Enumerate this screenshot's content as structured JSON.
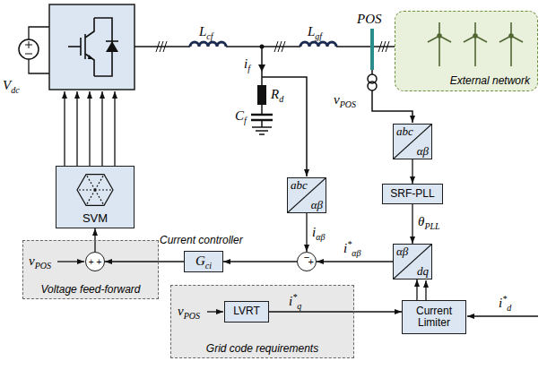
{
  "diagram": {
    "nodes": [
      {
        "text": [
          "External network"
        ]
      },
      {
        "text": [
          "abc",
          "αβ"
        ]
      },
      {
        "text": [
          "SVM"
        ]
      },
      {
        "text": [
          "abc",
          "αβ"
        ]
      },
      {
        "text": [
          "SRF-PLL"
        ]
      },
      {
        "text": [
          "Voltage feed-forward"
        ]
      },
      {
        "text": [
          "+ +"
        ],
        "in": 5
      },
      {
        "text": [
          "Gci"
        ]
      },
      {
        "text": [
          "−",
          "+"
        ]
      },
      {
        "text": [
          "αβ",
          "dq"
        ]
      },
      {
        "text": [
          "Grid code requirements"
        ]
      },
      {
        "text": [
          "LVRT"
        ],
        "in": 10
      },
      {
        "text": [
          "Current Limiter"
        ]
      }
    ],
    "edges": [
      {
        "from": 1,
        "to": 4,
        "arrow": "to"
      },
      {
        "from": 4,
        "to": 9,
        "arrow": "to"
      },
      {
        "from": 3,
        "to": 8,
        "arrow": "to"
      },
      {
        "from": 9,
        "to": 8,
        "arrow": "to"
      },
      {
        "from": 8,
        "to": 7,
        "arrow": "to"
      },
      {
        "from": 7,
        "to": 6,
        "arrow": "to"
      },
      {
        "from": 6,
        "to": 2,
        "arrow": "to"
      },
      {
        "from": 12,
        "to": 9,
        "arrow": "to"
      },
      {
        "from": 11,
        "to": 12,
        "arrow": "to"
      }
    ],
    "labels": [
      "Vdc",
      "Lcf",
      "Lgf",
      "if",
      "Rd",
      "Cf",
      "POS",
      "vPOS",
      "θPLL",
      "iαβ",
      "i*αβ",
      "Current controller",
      "vPOS",
      "vPOS",
      "i*q",
      "i*d"
    ]
  }
}
